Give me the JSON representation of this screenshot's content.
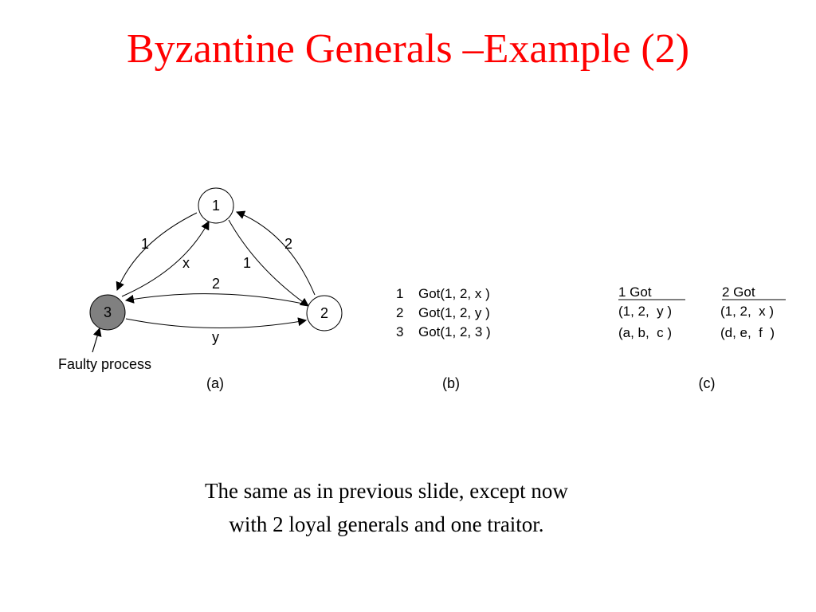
{
  "title": "Byzantine Generals –Example (2)",
  "colors": {
    "title": "#ff0000",
    "faulty_node_fill": "#808080"
  },
  "panel_a": {
    "nodes": [
      {
        "id": "1",
        "label": "1"
      },
      {
        "id": "2",
        "label": "2"
      },
      {
        "id": "3",
        "label": "3"
      }
    ],
    "edge_labels": {
      "n1_to_n3": "1",
      "n3_to_n1": "x",
      "n1_to_n2": "1",
      "n2_to_n1": "2",
      "n2_to_n3": "2",
      "n3_to_n2": "y"
    },
    "faulty_label": "Faulty process",
    "caption": "(a)"
  },
  "panel_b": {
    "rows": [
      {
        "id": "1",
        "got": "Got(1, 2, x )"
      },
      {
        "id": "2",
        "got": "Got(1, 2, y )"
      },
      {
        "id": "3",
        "got": "Got(1, 2, 3 )"
      }
    ],
    "caption": "(b)"
  },
  "panel_c": {
    "columns": [
      {
        "header": "1 Got",
        "rows": [
          "(1, 2,  y )",
          "(a, b,  c )"
        ]
      },
      {
        "header": "2 Got",
        "rows": [
          "(1, 2,  x )",
          "(d, e,  f  )"
        ]
      }
    ],
    "caption": "(c)"
  },
  "caption": {
    "line1": "The same as in previous slide, except now",
    "line2": "with 2 loyal generals and one traitor."
  }
}
